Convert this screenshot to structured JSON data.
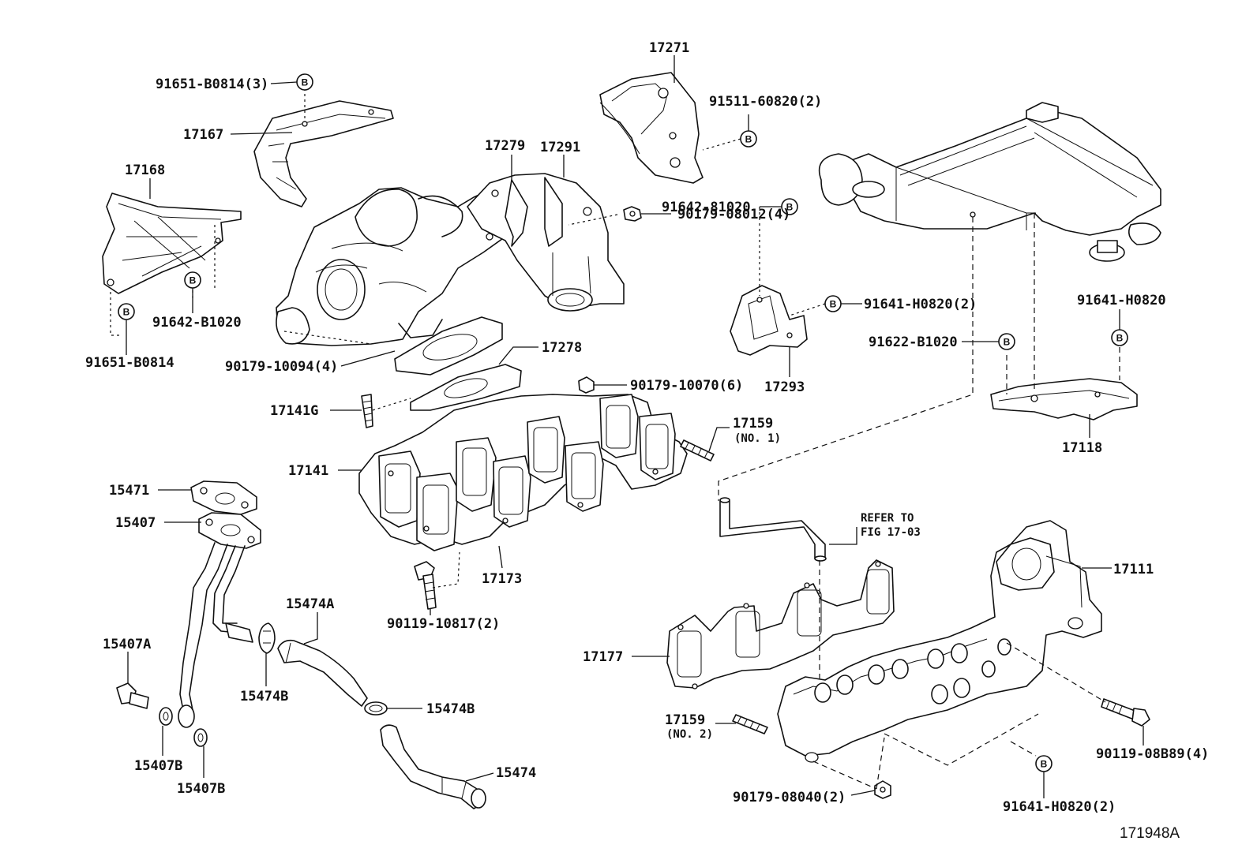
{
  "figure_id": "171948A",
  "bolt_marker": "B",
  "labels": {
    "p91651_b0814_3": "91651-B0814(3)",
    "p17167": "17167",
    "p17168": "17168",
    "p91642_b1020_a": "91642-B1020",
    "p91651_b0814": "91651-B0814",
    "p17279": "17279",
    "p17291": "17291",
    "p17271": "17271",
    "p91511_60820_2": "91511-60820(2)",
    "p90179_08012_4": "90179-08012(4)",
    "p90179_10094_4": "90179-10094(4)",
    "p17278": "17278",
    "p17141g": "17141G",
    "p90179_10070_6": "90179-10070(6)",
    "p17159_no1": "17159",
    "p17159_no1_sub": "(NO. 1)",
    "p17141": "17141",
    "p17173": "17173",
    "p90119_10817_2": "90119-10817(2)",
    "p91642_81020": "91642-81020",
    "p91641_h0820_2a": "91641-H0820(2)",
    "p17293": "17293",
    "p91622_b1020": "91622-B1020",
    "p91641_h0820": "91641-H0820",
    "p17118": "17118",
    "refer_line1": "REFER TO",
    "refer_line2": "FIG 17-03",
    "p17111": "17111",
    "p17177": "17177",
    "p17159_no2": "17159",
    "p17159_no2_sub": "(NO. 2)",
    "p90119_08b89_4": "90119-08B89(4)",
    "p90179_08040_2": "90179-08040(2)",
    "p91641_h0820_2b": "91641-H0820(2)",
    "p15471": "15471",
    "p15407": "15407",
    "p15407a": "15407A",
    "p15407b_a": "15407B",
    "p15407b_b": "15407B",
    "p15474a": "15474A",
    "p15474b_a": "15474B",
    "p15474b_b": "15474B",
    "p15474": "15474"
  }
}
